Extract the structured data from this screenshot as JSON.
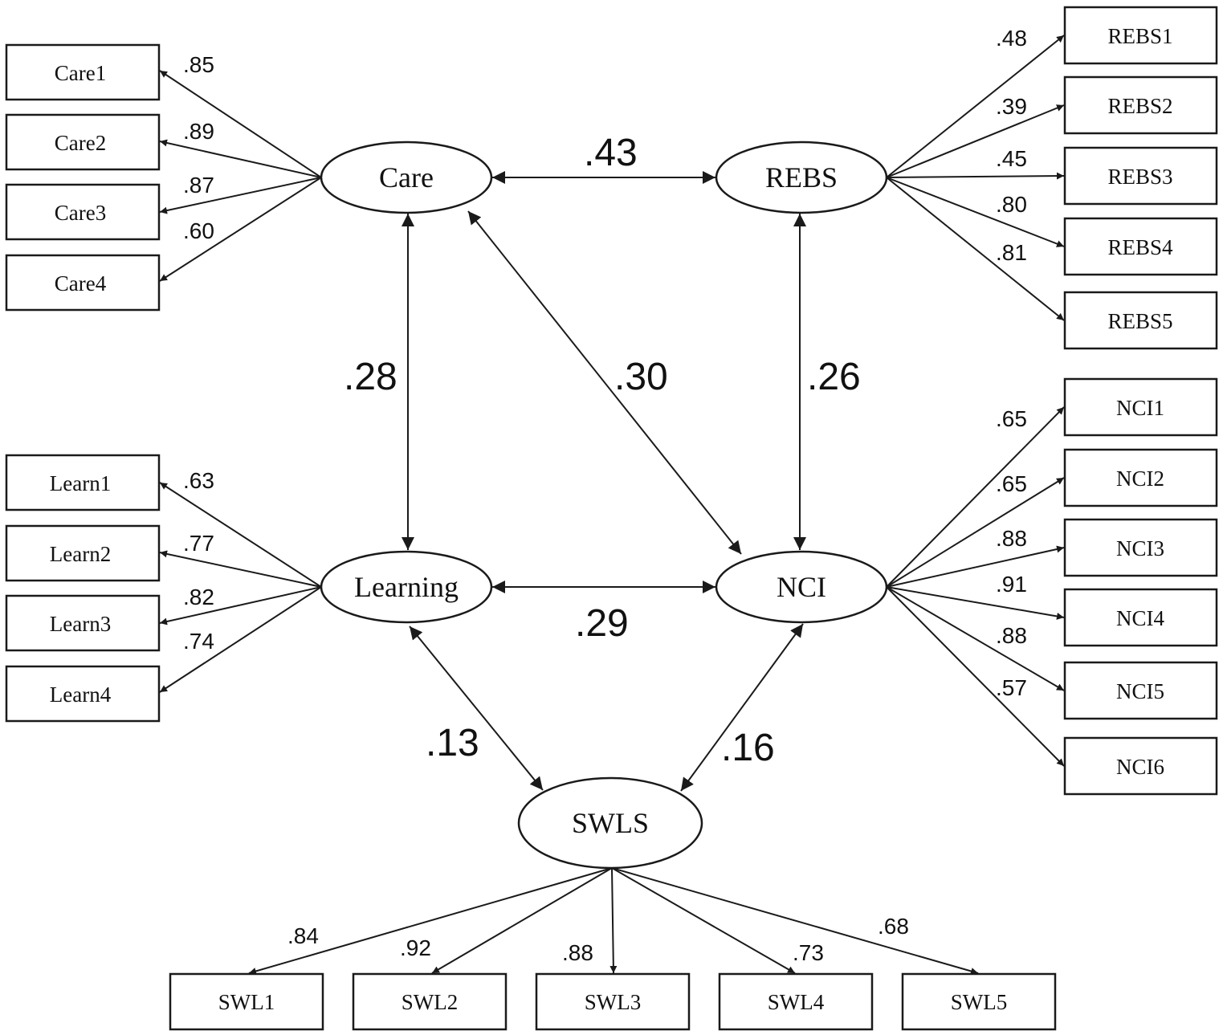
{
  "latents": {
    "care": "Care",
    "rebs": "REBS",
    "learning": "Learning",
    "nci": "NCI",
    "swls": "SWLS"
  },
  "indicators": {
    "care": [
      "Care1",
      "Care2",
      "Care3",
      "Care4"
    ],
    "learning": [
      "Learn1",
      "Learn2",
      "Learn3",
      "Learn4"
    ],
    "rebs": [
      "REBS1",
      "REBS2",
      "REBS3",
      "REBS4",
      "REBS5"
    ],
    "nci": [
      "NCI1",
      "NCI2",
      "NCI3",
      "NCI4",
      "NCI5",
      "NCI6"
    ],
    "swls": [
      "SWL1",
      "SWL2",
      "SWL3",
      "SWL4",
      "SWL5"
    ]
  },
  "loadings": {
    "care": [
      ".85",
      ".89",
      ".87",
      ".60"
    ],
    "learning": [
      ".63",
      ".77",
      ".82",
      ".74"
    ],
    "rebs": [
      ".48",
      ".39",
      ".45",
      ".80",
      ".81"
    ],
    "nci": [
      ".65",
      ".65",
      ".88",
      ".91",
      ".88",
      ".57"
    ],
    "swls": [
      ".84",
      ".92",
      ".88",
      ".73",
      ".68"
    ]
  },
  "correlations": {
    "care_rebs": ".43",
    "care_learning": ".28",
    "care_nci": ".30",
    "rebs_nci": ".26",
    "learning_nci": ".29",
    "learning_swls": ".13",
    "nci_swls": ".16"
  },
  "colors": {
    "stroke": "#1a1a1a",
    "background": "#ffffff"
  }
}
